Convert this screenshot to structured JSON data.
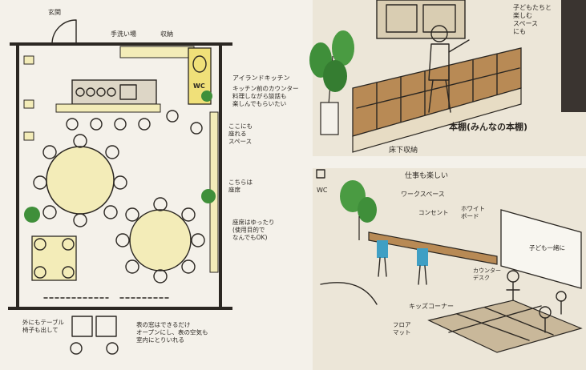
{
  "colors": {
    "paper": "#f4f1ea",
    "ink": "#2b2722",
    "table_yellow": "#f3ecb8",
    "wc_yellow": "#f0e079",
    "plant_green": "#3f8f3a",
    "chair_blue": "#3f9fc4",
    "wood": "#b88a55",
    "floor_mat": "#c9b89a"
  },
  "plan": {
    "label_kitchen": "アイランドキッチン",
    "label_counter_note": "キッチン前のカウンター\n料理しながら談話も\n楽しんでもらいたい",
    "label_wc": "WC",
    "label_right_note_1": "ここにも\n座れる\nスペース",
    "label_right_note_2": "こちらは\n座席",
    "label_tables_note": "座席はゆったり\n(使用目的で\nなんでもOK)",
    "label_outside_note": "外にもテーブル\n椅子も出して",
    "label_entrance_note": "表の窓はできるだけ\nオープンにし、表の空気も\n室内にとりいれる",
    "label_top_1": "玄関",
    "label_top_2": "手洗い場",
    "label_top_3": "収納"
  },
  "sketch_top": {
    "label_shelf": "本棚(みんなの本棚)",
    "label_note": "子どもたちと\n楽しむ\nスペース\nにも",
    "label_floor": "床下収納"
  },
  "sketch_bottom": {
    "label_wc": "WC",
    "label_workspace_title": "仕事も楽しい",
    "label_workspace": "ワークスペース",
    "label_outlet": "コンセント",
    "label_whiteboard": "ホワイト\nボード",
    "label_kids": "子ども一緒に",
    "label_kids_corner": "キッズコーナー",
    "label_floor_mat": "フロア\nマット",
    "label_desk": "カウンター\nデスク"
  }
}
